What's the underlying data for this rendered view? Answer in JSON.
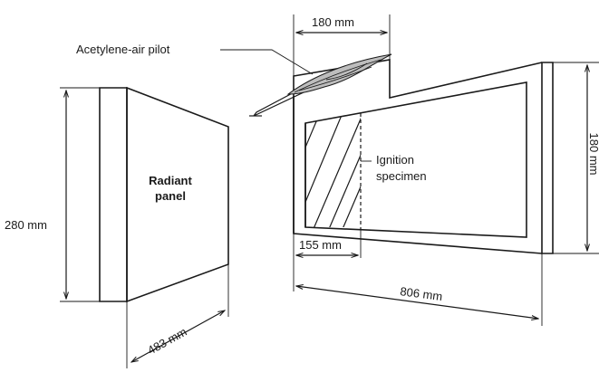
{
  "labels": {
    "pilot": "Acetylene-air pilot",
    "panel_line1": "Radiant",
    "panel_line2": "panel",
    "specimen_line1": "Ignition",
    "specimen_line2": "specimen",
    "dim_pilot_width": "180 mm",
    "dim_panel_height": "280 mm",
    "dim_panel_width": "483 mm",
    "dim_specimen_width": "155 mm",
    "dim_frame_length": "806 mm",
    "dim_frame_height": "180 mm"
  }
}
